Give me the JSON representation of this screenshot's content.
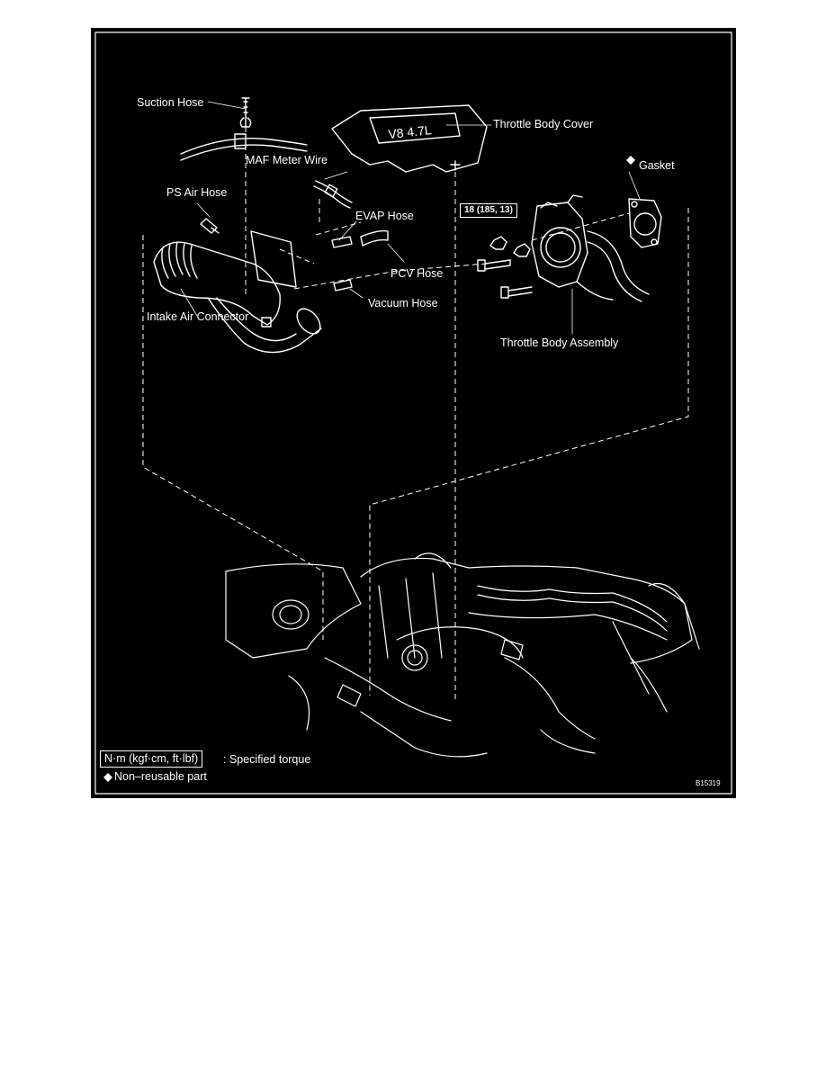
{
  "diagram": {
    "labels": {
      "suction_hose": "Suction Hose",
      "throttle_body_cover": "Throttle Body Cover",
      "maf_meter_wire": "MAF Meter Wire",
      "gasket": "Gasket",
      "ps_air_hose": "PS Air Hose",
      "evap_hose": "EVAP Hose",
      "pcv_hose": "PCV Hose",
      "vacuum_hose": "Vacuum Hose",
      "intake_air_connector": "Intake Air Connector",
      "throttle_body_assembly": "Throttle Body Assembly"
    },
    "torque_value": "18 (185, 13)",
    "legend": {
      "torque_unit": "N·m (kgf·cm, ft·lbf)",
      "torque_desc": ": Specified torque",
      "non_reusable": "Non–reusable part"
    },
    "figure_id": "B15319",
    "colors": {
      "background": "#000000",
      "lines": "#ffffff",
      "page": "#ffffff"
    },
    "icons": {
      "non_reusable_marker": "diamond-icon"
    }
  }
}
